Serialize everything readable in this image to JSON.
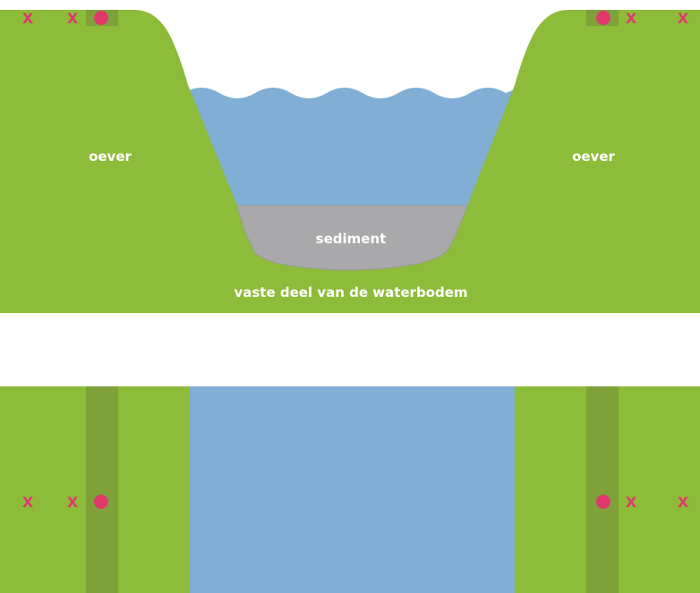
{
  "colors": {
    "grass": "#8dbb3a",
    "strip": "#7ea239",
    "water": "#80aed4",
    "sediment": "#a9a9ab",
    "marker": "#e0396b",
    "label": "#ffffff"
  },
  "cross_section": {
    "left_bank_label": "oever",
    "right_bank_label": "oever",
    "sediment_label": "sediment",
    "bed_label": "vaste deel van de waterbodem"
  },
  "markers": {
    "cross_glyph": "X",
    "icon_names": [
      "x-marker-icon",
      "dot-marker-icon"
    ]
  }
}
